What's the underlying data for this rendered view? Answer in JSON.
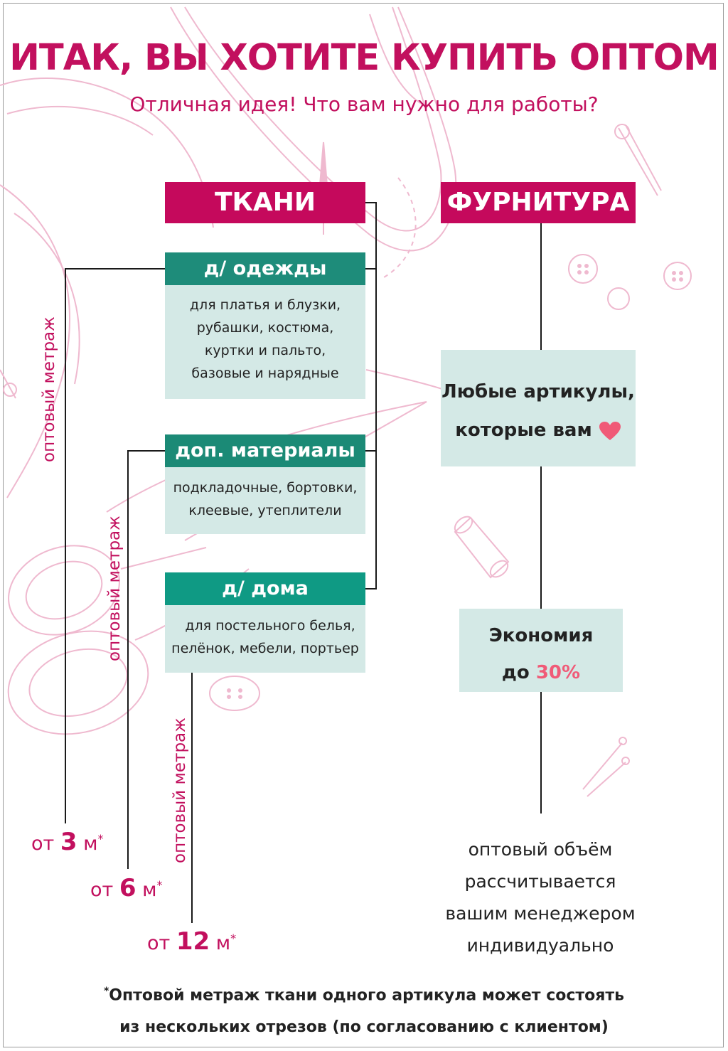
{
  "title": "ИТАК, ВЫ ХОТИТЕ КУПИТЬ ОПТОМ",
  "subtitle": "Отличная идея! Что вам нужно для работы?",
  "headers": {
    "fabrics": "ТКАНИ",
    "hardware": "ФУРНИТУРА"
  },
  "categories": [
    {
      "title": "д/ одежды",
      "lines": [
        "для платья и блузки,",
        "рубашки, костюма,",
        "куртки и пальто,",
        "базовые и нарядные"
      ]
    },
    {
      "title": "доп. материалы",
      "lines": [
        "подкладочные, бортовки,",
        "клеевые, утеплители"
      ]
    },
    {
      "title": "д/ дома",
      "lines": [
        "для постельного белья,",
        "пелёнок, мебели, портьер"
      ]
    }
  ],
  "wholesale_label": "оптовый метраж",
  "minimums": [
    {
      "prefix": "от",
      "value": "3",
      "unit": "м",
      "mark": "*"
    },
    {
      "prefix": "от",
      "value": "6",
      "unit": "м",
      "mark": "*"
    },
    {
      "prefix": "от",
      "value": "12",
      "unit": "м",
      "mark": "*"
    }
  ],
  "hardware": {
    "box1": {
      "line1": "Любые артикулы,",
      "line2": "которые вам"
    },
    "box2": {
      "line1": "Экономия",
      "prefix": "до",
      "value": "30%"
    },
    "note": [
      "оптовый объём",
      "рассчитывается",
      "вашим менеджером",
      "индивидуально"
    ]
  },
  "footnote": {
    "mark": "*",
    "line1": "Оптовой метраж ткани одного артикула может состоять",
    "line2": "из нескольких отрезов (по согласованию с клиентом)"
  },
  "colors": {
    "brand_pink": "#c2105e",
    "header_fill": "#c5095c",
    "teal_1": "#1e8c7a",
    "teal_2": "#1b8a76",
    "teal_3": "#0f9a84",
    "light_teal": "#d4e9e6",
    "accent_pink": "#f05a77"
  },
  "icons": [
    "heart-icon",
    "scissors-icon",
    "button-icon",
    "safety-pin-icon",
    "thread-spool-icon",
    "pin-icon",
    "sewing-pattern-icon"
  ]
}
